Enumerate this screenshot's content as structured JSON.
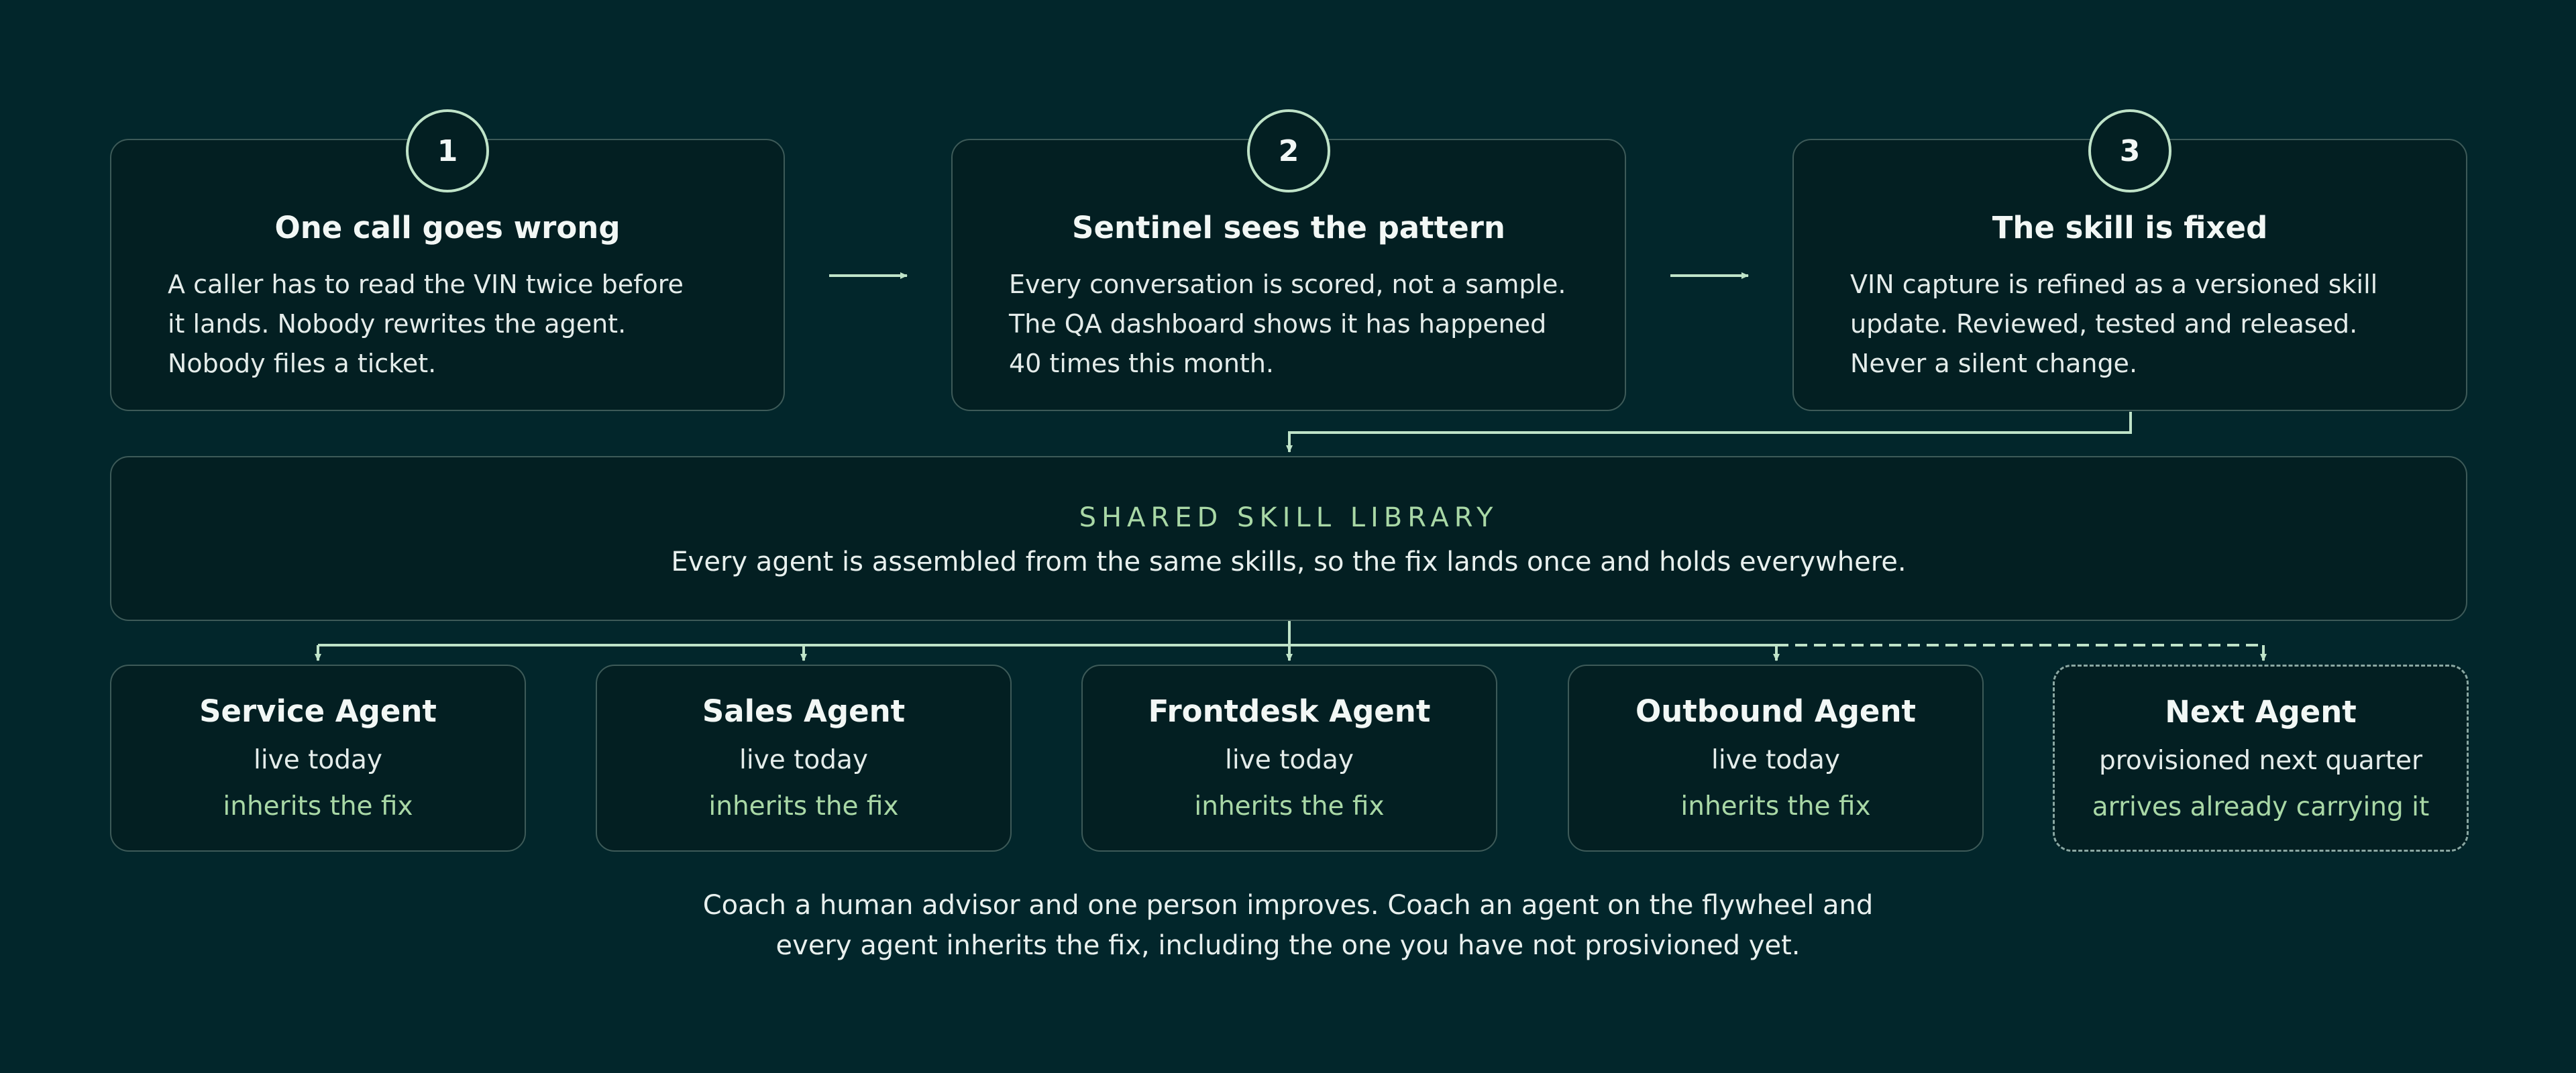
{
  "steps": [
    {
      "number": "1",
      "title": "One call goes wrong",
      "lines": [
        "A caller has to read the VIN twice before",
        "it lands. Nobody rewrites the agent.",
        "Nobody files a ticket."
      ]
    },
    {
      "number": "2",
      "title": "Sentinel sees the pattern",
      "lines": [
        "Every conversation is scored, not a sample.",
        "The QA dashboard shows it has happened",
        "40 times this month."
      ]
    },
    {
      "number": "3",
      "title": "The skill is fixed",
      "lines": [
        "VIN capture is refined as a versioned skill",
        "update. Reviewed, tested and released.",
        "Never a silent change."
      ]
    }
  ],
  "library": {
    "title": "SHARED SKILL LIBRARY",
    "subtitle": "Every agent is assembled from the same skills, so the fix lands once and holds everywhere."
  },
  "agents": [
    {
      "name": "Service Agent",
      "status": "live today",
      "note": "inherits the fix",
      "dashed": false
    },
    {
      "name": "Sales Agent",
      "status": "live today",
      "note": "inherits the fix",
      "dashed": false
    },
    {
      "name": "Frontdesk Agent",
      "status": "live today",
      "note": "inherits the fix",
      "dashed": false
    },
    {
      "name": "Outbound Agent",
      "status": "live today",
      "note": "inherits the fix",
      "dashed": false
    },
    {
      "name": "Next Agent",
      "status": "provisioned next quarter",
      "note": "arrives already carrying it",
      "dashed": true
    }
  ],
  "footer": {
    "lines": [
      "Coach a human advisor and one person improves. Coach an agent on the flywheel and",
      "every agent inherits the fix, including the one you have not prosivioned yet."
    ]
  },
  "colors": {
    "background": "#02262b",
    "card": "#031f22",
    "border": "#3d5a58",
    "accent": "#a9d8a6",
    "connector": "#bfe3c8"
  }
}
